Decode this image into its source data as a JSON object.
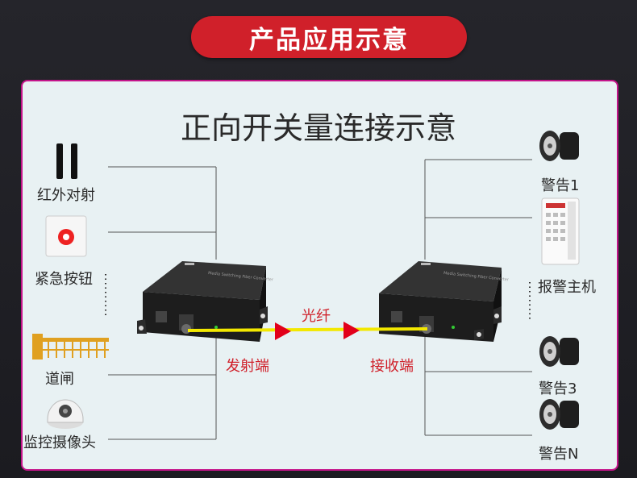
{
  "header": {
    "title": "产品应用示意"
  },
  "diagram": {
    "title": "正向开关量连接示意",
    "inputs": [
      "红外对射",
      "紧急按钮",
      "道闸",
      "监控摄像头"
    ],
    "outputs": [
      "警告1",
      "报警主机",
      "警告3",
      "警告N"
    ],
    "transmitter_label": "发射端",
    "receiver_label": "接收端",
    "link_label": "光纤",
    "device_text": "Media Switching Fiber Converter"
  },
  "colors": {
    "banner": "#d0202a",
    "panel_border": "#c4148a",
    "fiber": "#f3e800",
    "arrow": "#e2001a"
  }
}
